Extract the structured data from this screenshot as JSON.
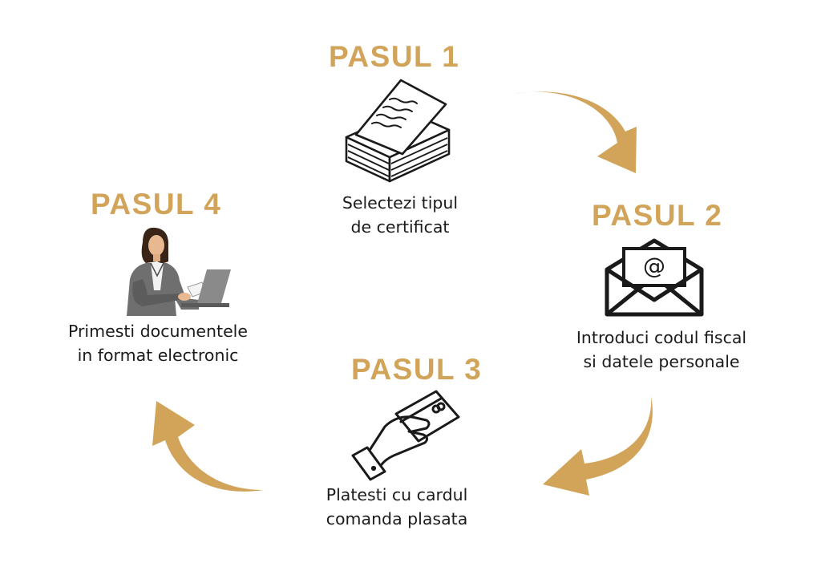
{
  "steps": [
    {
      "title": "PASUL 1",
      "line1": "Selectezi tipul",
      "line2": "de certificat",
      "icon": "documents-stack-icon"
    },
    {
      "title": "PASUL 2",
      "line1": "Introduci codul fiscal",
      "line2": "si datele personale",
      "icon": "email-envelope-icon"
    },
    {
      "title": "PASUL 3",
      "line1": "Platesti cu cardul",
      "line2": "comanda plasata",
      "icon": "hand-card-icon"
    },
    {
      "title": "PASUL 4",
      "line1": "Primesti documentele",
      "line2": "in format electronic",
      "icon": "person-laptop-icon"
    }
  ],
  "colors": {
    "accent": "#D1A45A",
    "text": "#1b1b1b",
    "icon": "#1a1a1a"
  }
}
